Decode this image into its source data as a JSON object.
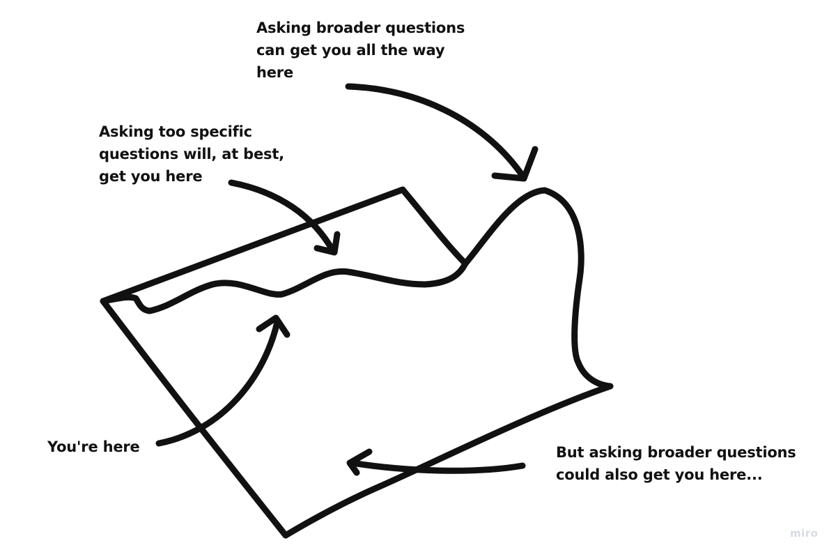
{
  "labels": {
    "broad_top": [
      "Asking broader questions",
      "can get you all the way",
      "here"
    ],
    "specific": [
      "Asking too specific",
      "questions will, at best,",
      "get you here"
    ],
    "you_are_here": [
      "You're here"
    ],
    "broad_below": [
      "But asking broader questions",
      "could also get you here..."
    ]
  },
  "watermark": "miro",
  "colors": {
    "ink": "#111111",
    "background": "#ffffff",
    "watermark": "#d7dbe2"
  }
}
